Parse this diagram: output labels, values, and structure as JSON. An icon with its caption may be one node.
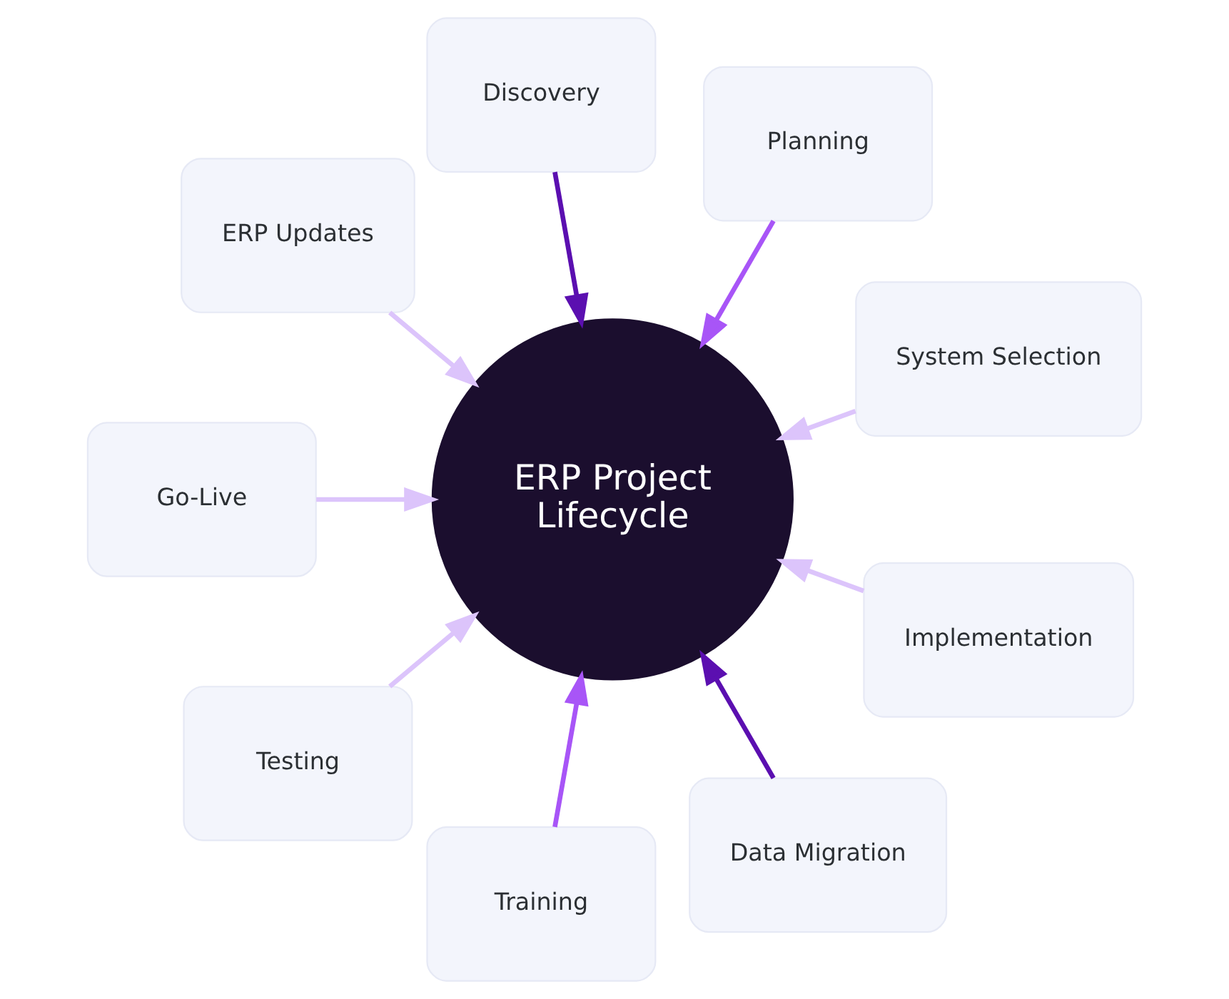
{
  "diagram": {
    "nodes": [
      {
        "text": [
          "ERP Project Lifecycle"
        ]
      },
      {
        "text": [
          "Discovery"
        ]
      },
      {
        "text": [
          "Planning"
        ]
      },
      {
        "text": [
          "System Selection"
        ]
      },
      {
        "text": [
          "Implementation"
        ]
      },
      {
        "text": [
          "Data Migration"
        ]
      },
      {
        "text": [
          "Training"
        ]
      },
      {
        "text": [
          "Testing"
        ]
      },
      {
        "text": [
          "Go-Live"
        ]
      },
      {
        "text": [
          "ERP Updates"
        ]
      }
    ],
    "edges": [
      {
        "from": 1,
        "to": 0,
        "arrow": "to",
        "color": "#5b0fb0"
      },
      {
        "from": 2,
        "to": 0,
        "arrow": "to",
        "color": "#a855f7"
      },
      {
        "from": 3,
        "to": 0,
        "arrow": "to"
      },
      {
        "from": 4,
        "to": 0,
        "arrow": "to"
      },
      {
        "from": 5,
        "to": 0,
        "arrow": "to",
        "color": "#5b0fb0"
      },
      {
        "from": 6,
        "to": 0,
        "arrow": "to",
        "color": "#a855f7"
      },
      {
        "from": 7,
        "to": 0,
        "arrow": "to"
      },
      {
        "from": 8,
        "to": 0,
        "arrow": "to"
      },
      {
        "from": 9,
        "to": 0,
        "arrow": "to"
      }
    ]
  }
}
